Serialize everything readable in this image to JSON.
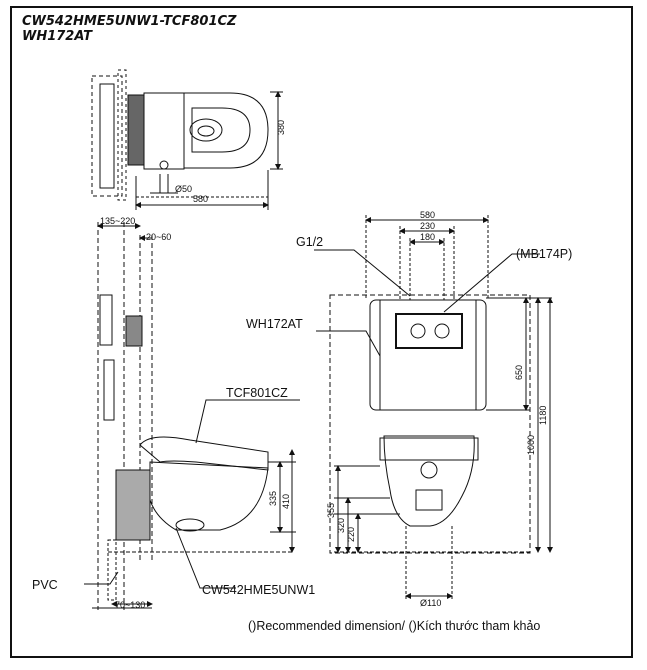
{
  "header": {
    "model_line1": "CW542HME5UNW1-TCF801CZ",
    "model_line2": "WH172AT"
  },
  "top_view": {
    "dim_depth": "380",
    "dim_pipe": "Ø50",
    "dim_width": "580"
  },
  "side_view": {
    "dim_offset": "135~220",
    "dim_frame": "20~60",
    "dim_bottom": "70~130",
    "dim_seat_height": "335",
    "dim_rim_height": "410",
    "label_seat": "TCF801CZ",
    "label_bowl": "CW542HME5UNW1",
    "label_pipe": "PVC"
  },
  "front_view": {
    "dim_width": "580",
    "dim_inner": "230",
    "dim_mid": "180",
    "dim_650": "650",
    "dim_1000": "1000",
    "dim_1180": "1180",
    "dim_355": "355",
    "dim_320": "320",
    "dim_220": "220",
    "dim_110": "Ø110",
    "label_inlet": "G1/2",
    "label_plate": "(MB174P)",
    "label_frame": "WH172AT"
  },
  "footnote": "()Recommended dimension/ ()Kích thước tham khảo"
}
